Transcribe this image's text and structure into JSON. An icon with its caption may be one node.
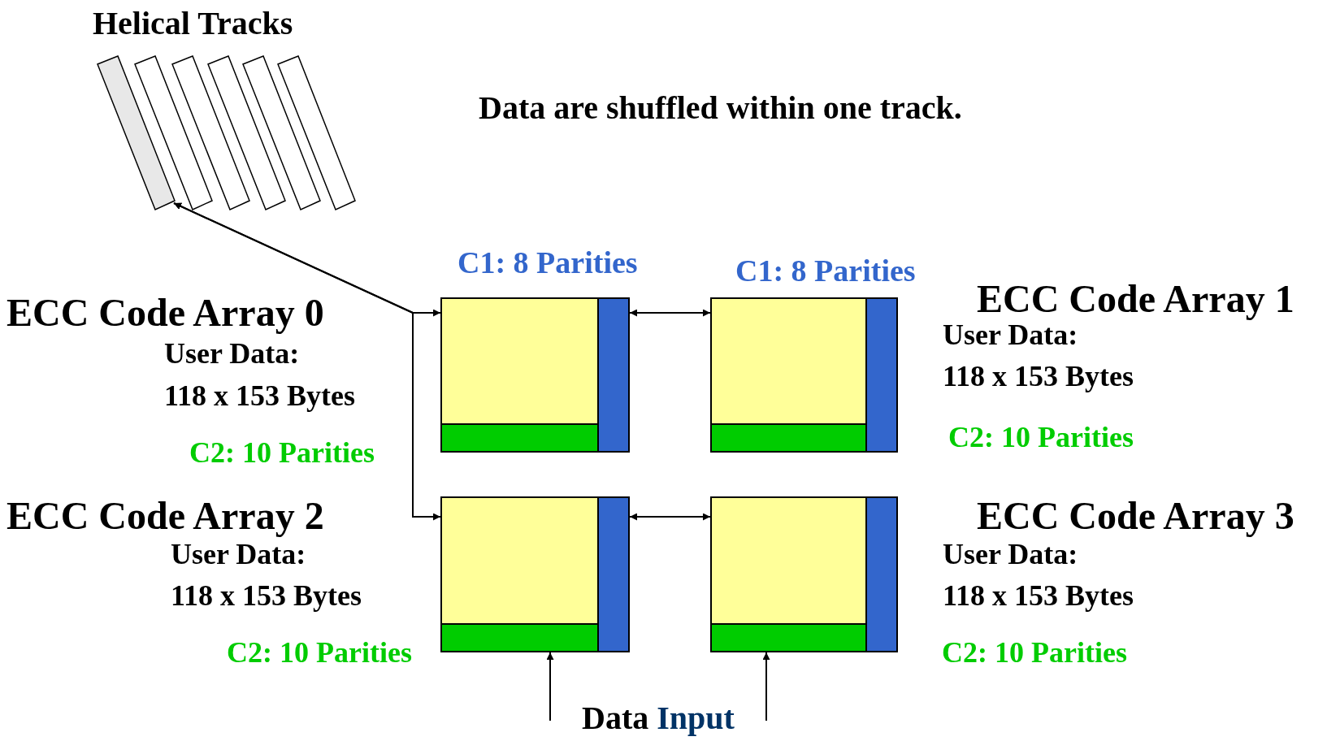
{
  "diagram": {
    "title": "Data are shuffled within one track.",
    "nodes": [
      {
        "text": [],
        "shape": "bar"
      },
      {
        "text": [],
        "shape": "bar"
      },
      {
        "text": [],
        "shape": "bar"
      },
      {
        "text": [],
        "shape": "bar"
      },
      {
        "text": [],
        "shape": "bar"
      },
      {
        "text": [],
        "shape": "bar"
      },
      {
        "text": [],
        "shape": "box",
        "beside": [
          "C1: 8 Parities",
          "ECC Code Array 0",
          "User Data:",
          "118 x 153 Bytes",
          "C2: 10 Parities"
        ]
      },
      {
        "text": [],
        "shape": "box",
        "beside": [
          "C1: 8 Parities",
          "ECC Code Array 1",
          "User Data:",
          "118 x 153 Bytes",
          "C2: 10 Parities"
        ]
      },
      {
        "text": [],
        "shape": "box",
        "beside": [
          "ECC Code Array 2",
          "User Data:",
          "118 x 153 Bytes",
          "C2: 10 Parities"
        ]
      },
      {
        "text": [],
        "shape": "box",
        "beside": [
          "ECC Code Array 3",
          "User Data:",
          "118 x 153 Bytes",
          "C2: 10 Parities"
        ]
      },
      {
        "text": [
          "Data Input"
        ]
      }
    ],
    "edges": [
      {
        "from": 6,
        "to": 0,
        "arrow": "both"
      },
      {
        "from": 8,
        "to": 0,
        "arrow": "both"
      },
      {
        "from": 6,
        "to": 7,
        "arrow": "both"
      },
      {
        "from": 8,
        "to": 9,
        "arrow": "both"
      },
      {
        "from": 10,
        "to": 8,
        "arrow": "to"
      },
      {
        "from": 10,
        "to": 9,
        "arrow": "to"
      }
    ],
    "labels": [
      "Helical Tracks"
    ]
  }
}
